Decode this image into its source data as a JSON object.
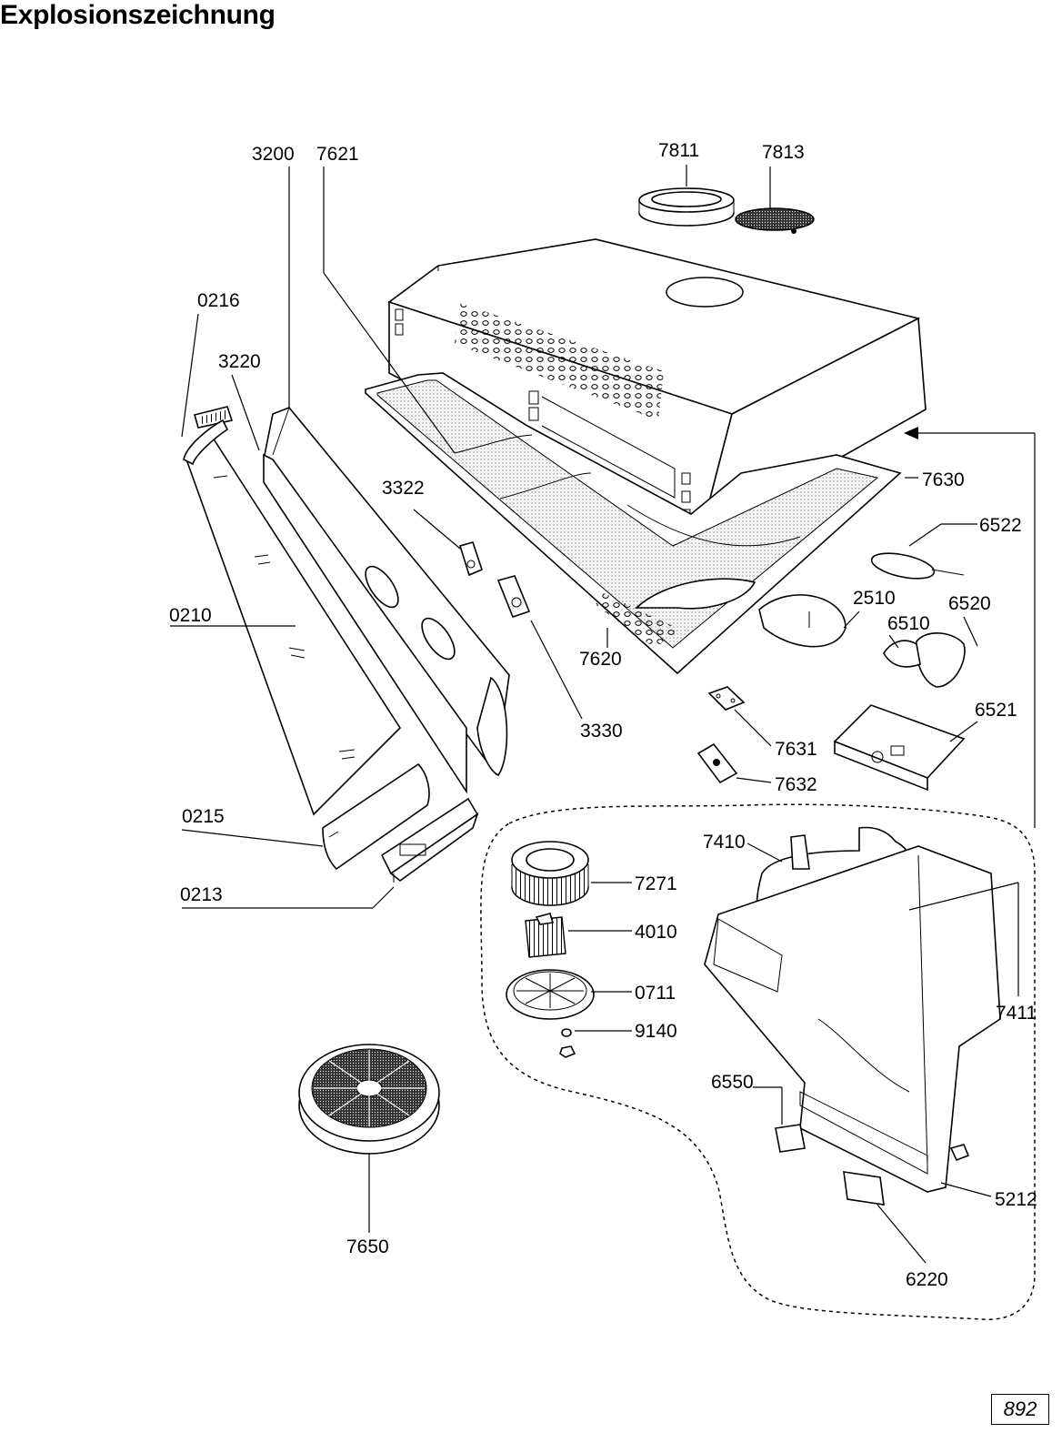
{
  "title": "Explosionszeichnung",
  "page_number": "892",
  "labels": {
    "p3200": "3200",
    "p7621": "7621",
    "p7811": "7811",
    "p7813": "7813",
    "p0216": "0216",
    "p3220": "3220",
    "p3322": "3322",
    "p7630": "7630",
    "p6522": "6522",
    "p2510": "2510",
    "p6520": "6520",
    "p6510": "6510",
    "p0210": "0210",
    "p7620": "7620",
    "p3330": "3330",
    "p6521": "6521",
    "p7631": "7631",
    "p7632": "7632",
    "p0215": "0215",
    "p0213": "0213",
    "p7410": "7410",
    "p7271": "7271",
    "p4010": "4010",
    "p0711": "0711",
    "p9140": "9140",
    "p7411": "7411",
    "p6550": "6550",
    "p5212": "5212",
    "p7650": "7650",
    "p6220": "6220"
  }
}
